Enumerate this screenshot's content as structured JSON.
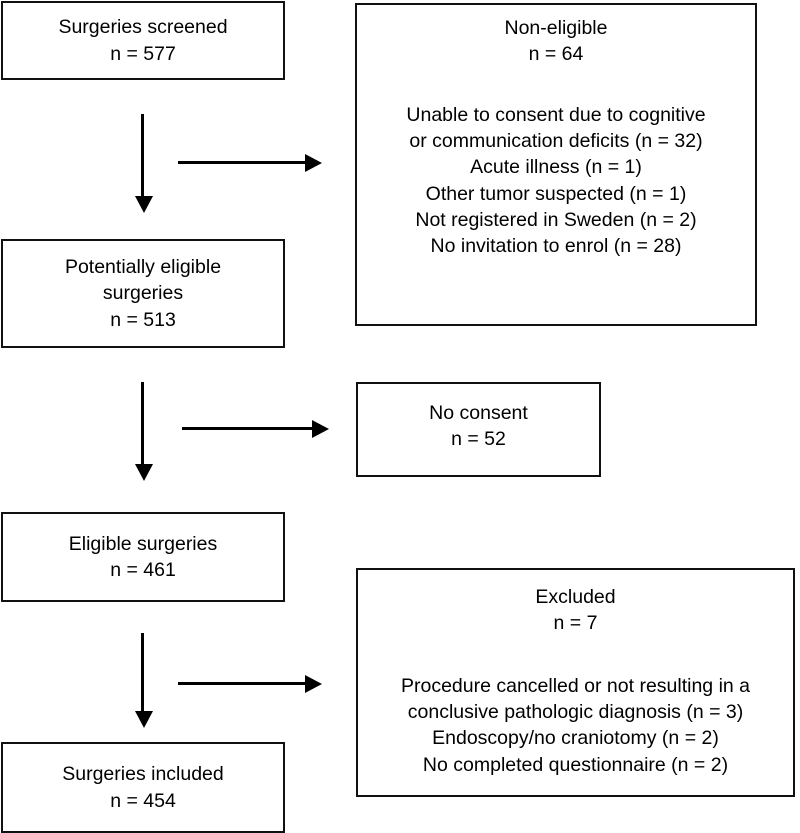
{
  "diagram": {
    "type": "flowchart",
    "orientation": "top-to-bottom with right-side exclusion branches",
    "nodes": {
      "screened": {
        "title": "Surgeries screened",
        "count": "n = 577"
      },
      "potentially_eligible": {
        "title_line1": "Potentially eligible",
        "title_line2": "surgeries",
        "count": "n = 513"
      },
      "eligible": {
        "title": "Eligible surgeries",
        "count": "n = 461"
      },
      "included": {
        "title": "Surgeries included",
        "count": "n = 454"
      },
      "non_eligible": {
        "title": "Non-eligible",
        "count": "n = 64",
        "reasons": [
          "Unable to consent due to cognitive",
          "or communication deficits (n = 32)",
          "Acute illness (n = 1)",
          "Other tumor suspected (n = 1)",
          "Not registered in Sweden (n = 2)",
          "No invitation to enrol (n = 28)"
        ]
      },
      "no_consent": {
        "title": "No consent",
        "count": "n = 52"
      },
      "excluded": {
        "title": "Excluded",
        "count": "n = 7",
        "reasons": [
          "Procedure cancelled or not resulting in a",
          "conclusive pathologic diagnosis (n = 3)",
          "Endoscopy/no craniotomy (n = 2)",
          "No completed questionnaire (n = 2)"
        ]
      }
    },
    "colors": {
      "stroke": "#111111",
      "fill": "#ffffff",
      "text": "#000000"
    }
  }
}
